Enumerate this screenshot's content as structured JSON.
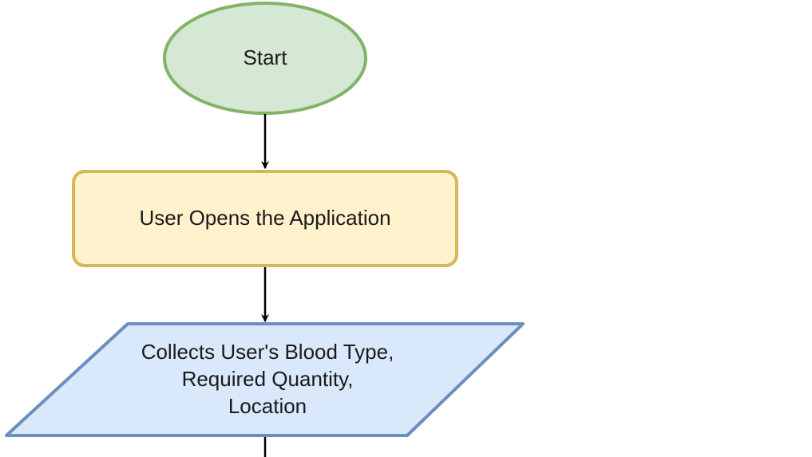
{
  "flowchart": {
    "start": {
      "label": "Start"
    },
    "open_app": {
      "label": "User Opens the Application"
    },
    "collect": {
      "lines": [
        "Collects User's Blood Type,",
        "Required Quantity,",
        "Location"
      ]
    }
  },
  "colors": {
    "start_fill": "#d5e8d4",
    "start_stroke": "#82b366",
    "process_fill": "#fff2cc",
    "process_stroke": "#d6b656",
    "input_fill": "#dae8fc",
    "input_stroke": "#6c8ebf",
    "arrow": "#000000"
  }
}
